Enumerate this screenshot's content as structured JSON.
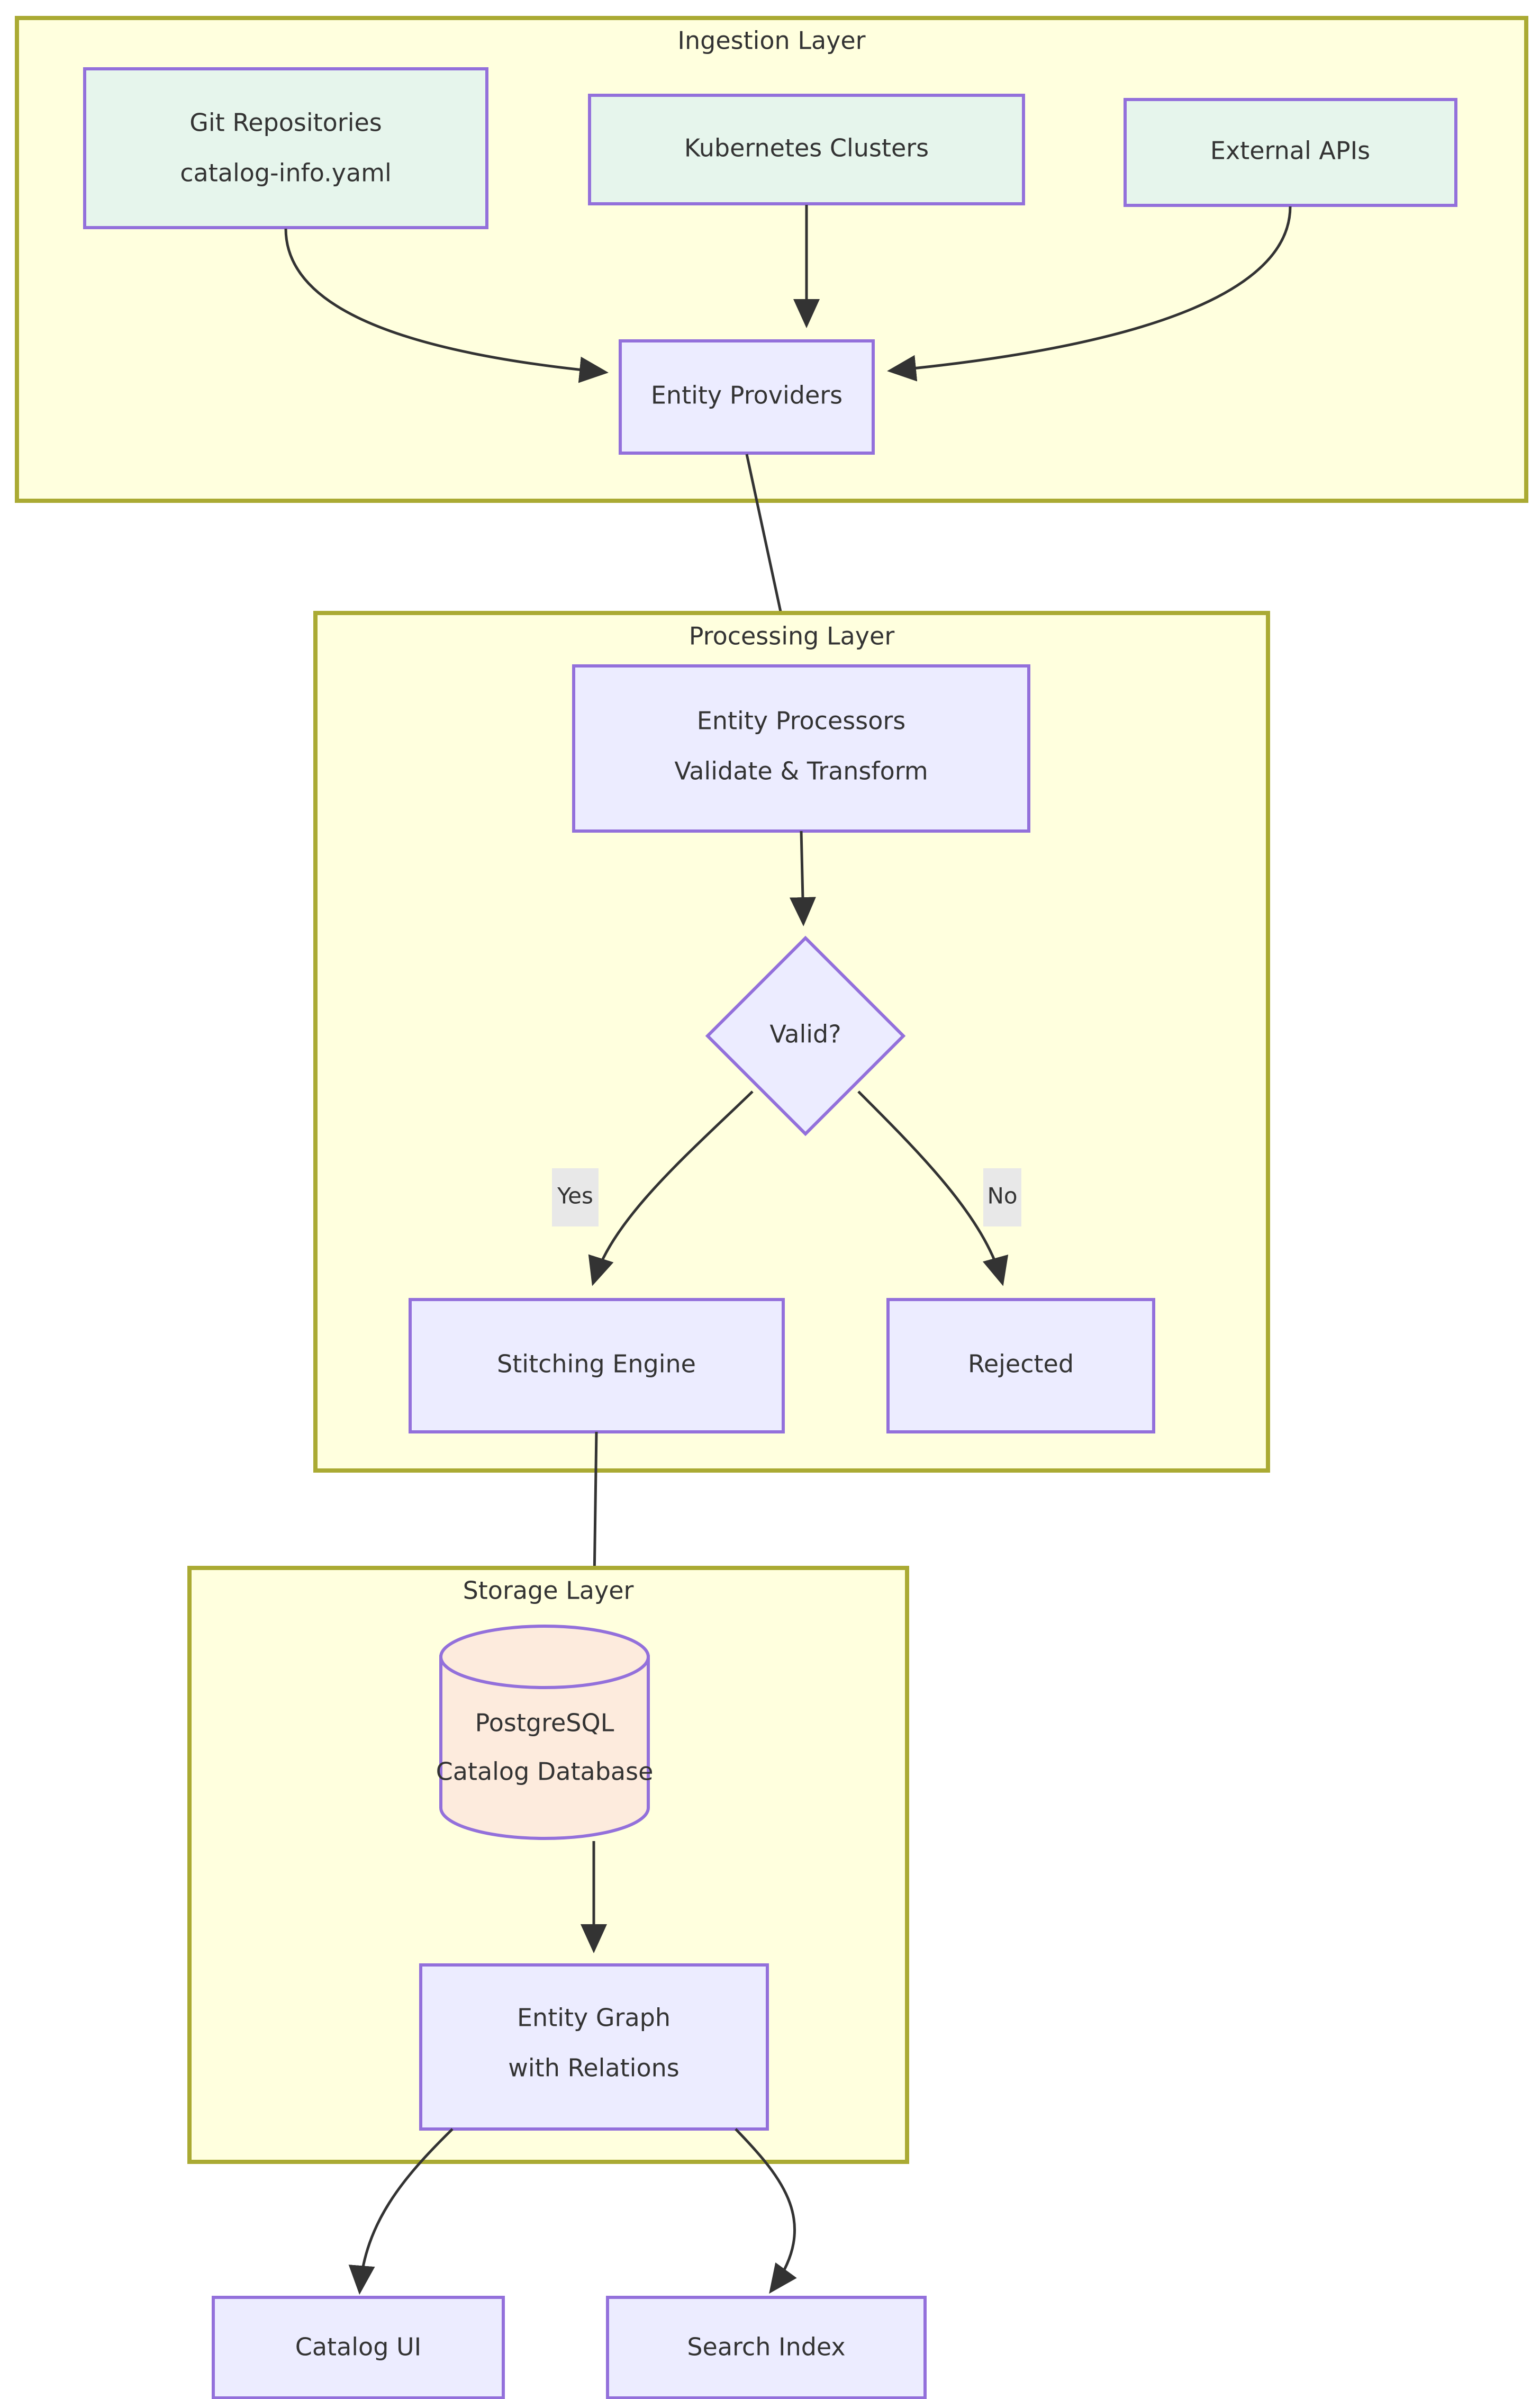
{
  "diagram": {
    "type": "flowchart",
    "direction": "top-down",
    "background_color": "#ffffff",
    "clusters": [
      {
        "id": "ingestion",
        "title": "Ingestion Layer",
        "fill": "#ffffde",
        "stroke": "#aaaa33"
      },
      {
        "id": "processing",
        "title": "Processing Layer",
        "fill": "#ffffde",
        "stroke": "#aaaa33"
      },
      {
        "id": "storage",
        "title": "Storage Layer",
        "fill": "#ffffde",
        "stroke": "#aaaa33"
      }
    ],
    "nodes": [
      {
        "id": "git-repositories",
        "shape": "rect",
        "lines": [
          "Git Repositories",
          "catalog-info.yaml"
        ],
        "fill": "#e6f5ec",
        "stroke": "#9370db",
        "cluster": "ingestion"
      },
      {
        "id": "kubernetes-clusters",
        "shape": "rect",
        "lines": [
          "Kubernetes Clusters"
        ],
        "fill": "#e6f5ec",
        "stroke": "#9370db",
        "cluster": "ingestion"
      },
      {
        "id": "external-apis",
        "shape": "rect",
        "lines": [
          "External APIs"
        ],
        "fill": "#e6f5ec",
        "stroke": "#9370db",
        "cluster": "ingestion"
      },
      {
        "id": "entity-providers",
        "shape": "rect",
        "lines": [
          "Entity Providers"
        ],
        "fill": "#ececff",
        "stroke": "#9370db",
        "cluster": "ingestion"
      },
      {
        "id": "entity-processors",
        "shape": "rect",
        "lines": [
          "Entity Processors",
          "Validate & Transform"
        ],
        "fill": "#ececff",
        "stroke": "#9370db",
        "cluster": "processing"
      },
      {
        "id": "valid-decision",
        "shape": "diamond",
        "lines": [
          "Valid?"
        ],
        "fill": "#ececff",
        "stroke": "#9370db",
        "cluster": "processing"
      },
      {
        "id": "stitching-engine",
        "shape": "rect",
        "lines": [
          "Stitching Engine"
        ],
        "fill": "#ececff",
        "stroke": "#9370db",
        "cluster": "processing"
      },
      {
        "id": "rejected",
        "shape": "rect",
        "lines": [
          "Rejected"
        ],
        "fill": "#ececff",
        "stroke": "#9370db",
        "cluster": "processing"
      },
      {
        "id": "postgresql-catalog-database",
        "shape": "cylinder",
        "lines": [
          "PostgreSQL",
          "Catalog Database"
        ],
        "fill": "#fdebdd",
        "stroke": "#9370db",
        "cluster": "storage"
      },
      {
        "id": "entity-graph",
        "shape": "rect",
        "lines": [
          "Entity Graph",
          "with Relations"
        ],
        "fill": "#ececff",
        "stroke": "#9370db",
        "cluster": "storage"
      },
      {
        "id": "catalog-ui",
        "shape": "rect",
        "lines": [
          "Catalog UI"
        ],
        "fill": "#ececff",
        "stroke": "#9370db",
        "cluster": null
      },
      {
        "id": "search-index",
        "shape": "rect",
        "lines": [
          "Search Index"
        ],
        "fill": "#ececff",
        "stroke": "#9370db",
        "cluster": null
      }
    ],
    "edges": [
      {
        "from": "git-repositories",
        "to": "entity-providers",
        "label": ""
      },
      {
        "from": "kubernetes-clusters",
        "to": "entity-providers",
        "label": ""
      },
      {
        "from": "external-apis",
        "to": "entity-providers",
        "label": ""
      },
      {
        "from": "entity-providers",
        "to": "entity-processors",
        "label": ""
      },
      {
        "from": "entity-processors",
        "to": "valid-decision",
        "label": ""
      },
      {
        "from": "valid-decision",
        "to": "stitching-engine",
        "label": "Yes"
      },
      {
        "from": "valid-decision",
        "to": "rejected",
        "label": "No"
      },
      {
        "from": "stitching-engine",
        "to": "postgresql-catalog-database",
        "label": ""
      },
      {
        "from": "postgresql-catalog-database",
        "to": "entity-graph",
        "label": ""
      },
      {
        "from": "entity-graph",
        "to": "catalog-ui",
        "label": ""
      },
      {
        "from": "entity-graph",
        "to": "search-index",
        "label": ""
      }
    ]
  },
  "labels": {
    "ingestion_layer": "Ingestion Layer",
    "processing_layer": "Processing Layer",
    "storage_layer": "Storage Layer",
    "git_repositories_l1": "Git Repositories",
    "git_repositories_l2": "catalog-info.yaml",
    "kubernetes_clusters": "Kubernetes Clusters",
    "external_apis": "External APIs",
    "entity_providers": "Entity Providers",
    "entity_processors_l1": "Entity Processors",
    "entity_processors_l2": "Validate & Transform",
    "valid_decision": "Valid?",
    "stitching_engine": "Stitching Engine",
    "rejected": "Rejected",
    "postgresql_l1": "PostgreSQL",
    "postgresql_l2": "Catalog Database",
    "entity_graph_l1": "Entity Graph",
    "entity_graph_l2": "with Relations",
    "catalog_ui": "Catalog UI",
    "search_index": "Search Index",
    "edge_yes": "Yes",
    "edge_no": "No"
  }
}
